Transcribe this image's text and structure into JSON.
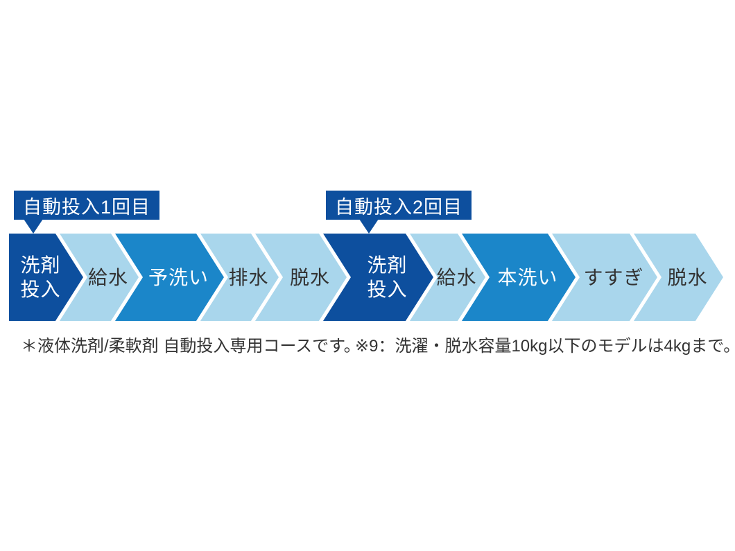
{
  "colors": {
    "dark": "#0d4f9e",
    "medium": "#1b86c9",
    "light": "#a9d6ec",
    "text": "#333333"
  },
  "callouts": [
    {
      "text": "自動投入1回目"
    },
    {
      "text": "自動投入2回目"
    }
  ],
  "steps": [
    {
      "label": "洗剤\n投入",
      "tone": "dark"
    },
    {
      "label": "給水",
      "tone": "light"
    },
    {
      "label": "予洗い",
      "tone": "medium"
    },
    {
      "label": "排水",
      "tone": "light"
    },
    {
      "label": "脱水",
      "tone": "light"
    },
    {
      "label": "洗剤\n投入",
      "tone": "dark"
    },
    {
      "label": "給水",
      "tone": "light"
    },
    {
      "label": "本洗い",
      "tone": "medium"
    },
    {
      "label": "すすぎ",
      "tone": "light"
    },
    {
      "label": "脱水",
      "tone": "light"
    }
  ],
  "footnotes": [
    {
      "text": "＊液体洗剤/柔軟剤 自動投入専用コースです。"
    },
    {
      "text": "※9：洗濯・脱水容量10kg以下のモデルは4kgまで。"
    }
  ]
}
